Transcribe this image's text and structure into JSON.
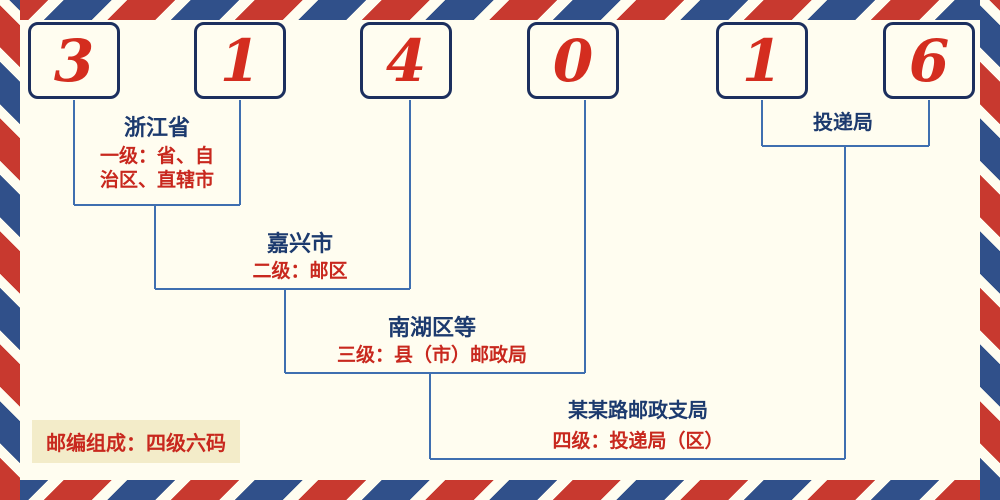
{
  "postal_code": {
    "digits": [
      "3",
      "1",
      "4",
      "0",
      "1",
      "6"
    ]
  },
  "labels": {
    "level1": {
      "name": "浙江省",
      "desc_line1": "一级：省、自",
      "desc_line2": "治区、直辖市"
    },
    "level2": {
      "name": "嘉兴市",
      "desc": "二级：邮区"
    },
    "level3": {
      "name": "南湖区等",
      "desc": "三级：县（市）邮政局"
    },
    "level4": {
      "name": "某某路邮政支局",
      "desc": "四级：投递局（区）"
    },
    "delivery": "投递局"
  },
  "footer": {
    "composition": "邮编组成：四级六码"
  },
  "colors": {
    "digit_red": "#d42d1f",
    "label_navy": "#1c3a6e",
    "desc_red": "#c8281e",
    "line_blue": "#3f6fb0",
    "stripe_red": "#c8392f",
    "stripe_blue": "#30508a",
    "background": "#fffdf0",
    "footer_background": "#f3ecc9"
  }
}
